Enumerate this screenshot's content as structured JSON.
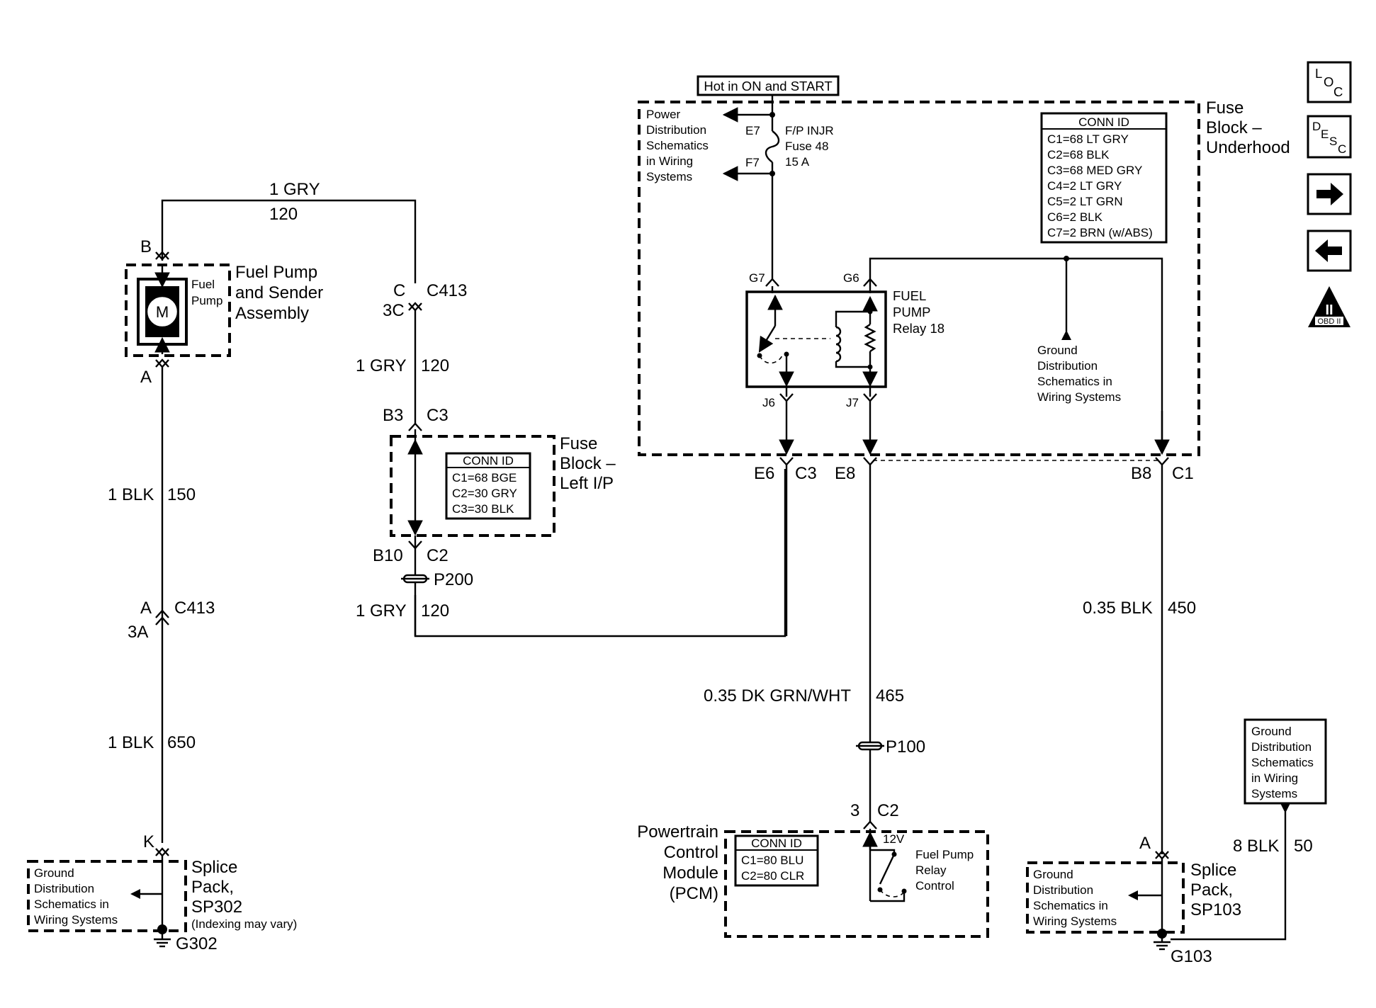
{
  "wires": {
    "top_label": "1 GRY",
    "top_circuit": "120",
    "gry_c413": "1 GRY",
    "gry_c413_circuit": "120",
    "gry_bottom": "1 GRY",
    "gry_bottom_circuit": "120",
    "blk_150": "1 BLK",
    "blk_150_circuit": "150",
    "blk_650": "1 BLK",
    "blk_650_circuit": "650",
    "dkgrn": "0.35 DK GRN/WHT",
    "dkgrn_circuit": "465",
    "blk_450": "0.35 BLK",
    "blk_450_circuit": "450",
    "blk_50": "8 BLK",
    "blk_50_circuit": "50"
  },
  "pins": {
    "B": "B",
    "A": "A",
    "C": "C",
    "3C": "3C",
    "C413_top": "C413",
    "B3": "B3",
    "C3_top": "C3",
    "B10": "B10",
    "C2_left": "C2",
    "P200": "P200",
    "A_c413": "A",
    "C413_bot": "C413",
    "3A": "3A",
    "K": "K",
    "E7": "E7",
    "F7": "F7",
    "G7": "G7",
    "G6": "G6",
    "J6": "J6",
    "J7": "J7",
    "E6": "E6",
    "C3_mid": "C3",
    "E8": "E8",
    "B8": "B8",
    "C1": "C1",
    "P100": "P100",
    "pin3": "3",
    "C2_pcm": "C2",
    "A_sp103": "A",
    "12V": "12V"
  },
  "components": {
    "fuel_pump_title": [
      "Fuel Pump",
      "and Sender",
      "Assembly"
    ],
    "fuel_pump_inner": [
      "Fuel",
      "Pump"
    ],
    "motor": "M",
    "hot_box": "Hot in ON and START",
    "power_dist": [
      "Power",
      "Distribution",
      "Schematics",
      "in Wiring",
      "Systems"
    ],
    "fuse": [
      "F/P INJR",
      "Fuse 48",
      "15 A"
    ],
    "fuse_block_uh": [
      "Fuse",
      "Block –",
      "Underhood"
    ],
    "fuse_block_ip": [
      "Fuse",
      "Block –",
      "Left I/P"
    ],
    "relay": [
      "FUEL",
      "PUMP",
      "Relay 18"
    ],
    "ground_dist_relay": [
      "Ground",
      "Distribution",
      "Schematics in",
      "Wiring Systems"
    ],
    "pcm": [
      "Powertrain",
      "Control",
      "Module",
      "(PCM)"
    ],
    "pcm_relay": [
      "Fuel Pump",
      "Relay",
      "Control"
    ],
    "splice_sp302": [
      "Splice",
      "Pack,",
      "SP302"
    ],
    "splice_sp302_note": "(Indexing may vary)",
    "ground_dist_sp302": [
      "Ground",
      "Distribution",
      "Schematics in",
      "Wiring Systems"
    ],
    "g302": "G302",
    "splice_sp103": [
      "Splice",
      "Pack,",
      "SP103"
    ],
    "ground_dist_sp103": [
      "Ground",
      "Distribution",
      "Schematics in",
      "Wiring Systems"
    ],
    "g103": "G103",
    "ground_dist_box": [
      "Ground",
      "Distribution",
      "Schematics",
      "in Wiring",
      "Systems"
    ]
  },
  "conn_uh": {
    "title": "CONN ID",
    "rows": [
      "C1=68 LT GRY",
      "C2=68 BLK",
      "C3=68 MED GRY",
      "C4=2 LT GRY",
      "C5=2 LT GRN",
      "C6=2 BLK",
      "C7=2 BRN (w/ABS)"
    ]
  },
  "conn_ip": {
    "title": "CONN ID",
    "rows": [
      "C1=68 BGE",
      "C2=30 GRY",
      "C3=30 BLK"
    ]
  },
  "conn_pcm": {
    "title": "CONN ID",
    "rows": [
      "C1=80 BLU",
      "C2=80 CLR"
    ]
  },
  "nav_icons": {
    "loc": [
      "L",
      "O",
      "C"
    ],
    "desc": [
      "D",
      "E",
      "S",
      "C"
    ],
    "obd": [
      "II",
      "OBD II"
    ]
  }
}
